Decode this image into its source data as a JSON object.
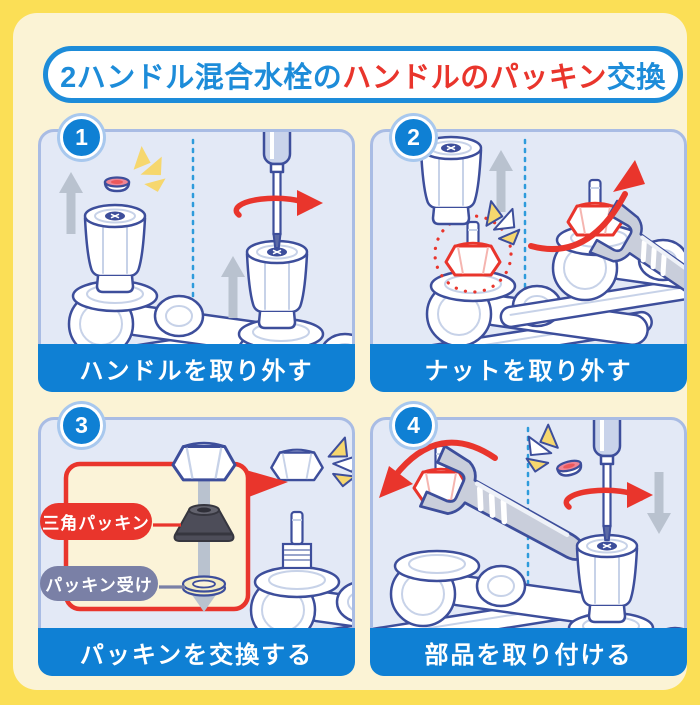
{
  "title": {
    "part1": "2ハンドル混合水栓の",
    "part2": "ハンドルのパッキン",
    "part3": "交換"
  },
  "steps": [
    {
      "number": "1",
      "caption": "ハンドルを取り外す"
    },
    {
      "number": "2",
      "caption": "ナットを取り外す"
    },
    {
      "number": "3",
      "caption": "パッキンを交換する"
    },
    {
      "number": "4",
      "caption": "部品を取り付ける"
    }
  ],
  "step3_labels": {
    "triangle_packing": "三角パッキン",
    "packing_receiver": "パッキン受け"
  },
  "icons": {
    "up_arrow": "gray lift arrow ↑",
    "down_arrow": "gray lower arrow ↓",
    "rotate_arrow": "red circular rotation arrow ↻",
    "wrench_arrow": "red curved turning arrow",
    "sparkle": "yellow emphasis rays ✦",
    "highlight_circle": "red dotted circle",
    "callout_pointer": "red callout wedge"
  },
  "colors": {
    "frame_yellow": "#FBDF56",
    "background_cream": "#FBF3D5",
    "accent_blue": "#0F80D4",
    "title_blue": "#1D8CD9",
    "accent_red": "#E9352C",
    "panel_bg": "#E3E9F6",
    "panel_border": "#A9BCE4",
    "outline_navy": "#3D4E9B",
    "sparkle_yellow": "#F6D76E",
    "packing_dark": "#4D4D59",
    "receiver_cream": "#F3ECC3",
    "label_purple": "#7A80A6"
  }
}
